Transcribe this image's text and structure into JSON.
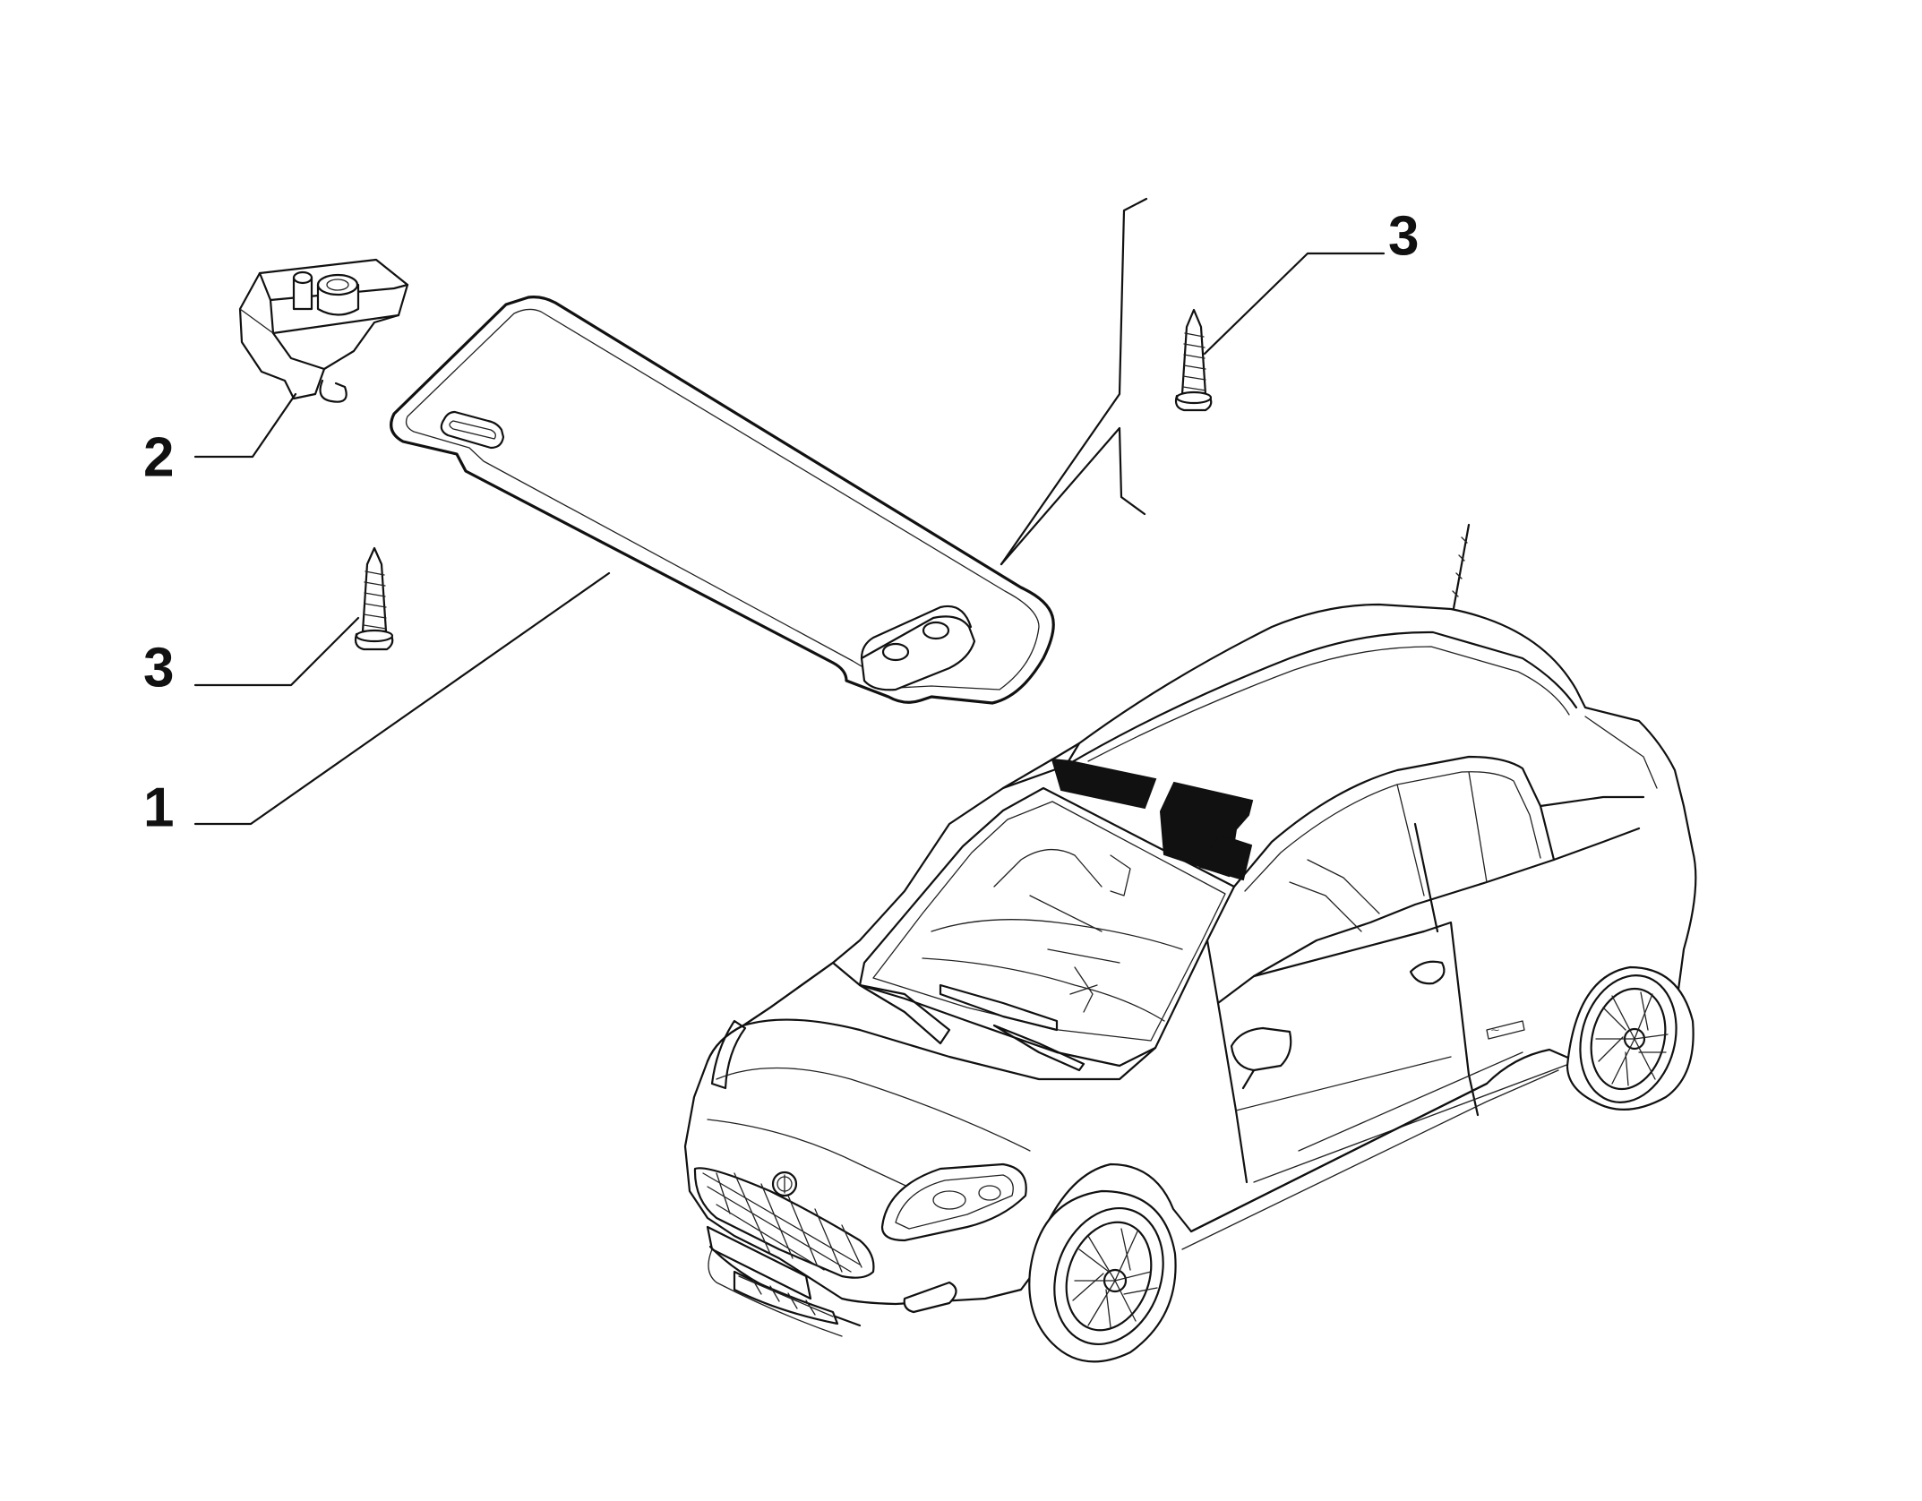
{
  "callouts": [
    {
      "id": "1",
      "label": "1",
      "part": "sun-visor"
    },
    {
      "id": "2",
      "label": "2",
      "part": "visor-hinge-bracket"
    },
    {
      "id": "3a",
      "label": "3",
      "part": "screw"
    },
    {
      "id": "3b",
      "label": "3",
      "part": "screw"
    }
  ],
  "colors": {
    "line": "#111111",
    "background": "#ffffff",
    "highlight": "#111111"
  }
}
